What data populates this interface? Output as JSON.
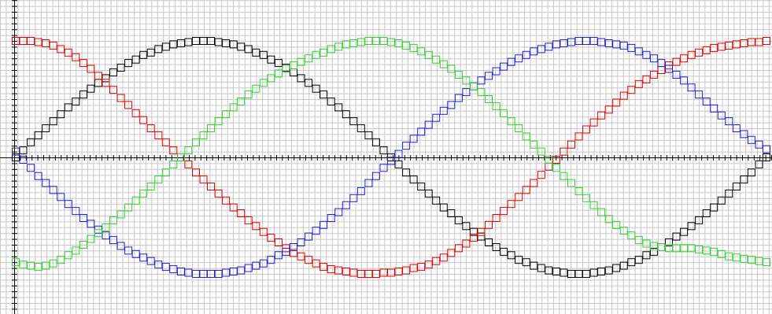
{
  "chart_data": {
    "type": "scatter",
    "title": "",
    "xlabel": "",
    "ylabel": "",
    "xlim": [
      0,
      1
    ],
    "ylim": [
      -1.1,
      1.1
    ],
    "grid": true,
    "legend": "none",
    "marker": "square",
    "colors": {
      "background": "#ffffff",
      "grid": "#c8c8c8",
      "axis": "#000000"
    },
    "series": [
      {
        "color": "#000000",
        "x": [
          0.0,
          0.01,
          0.02,
          0.03,
          0.04,
          0.05,
          0.06,
          0.07,
          0.08,
          0.09,
          0.1,
          0.11,
          0.12,
          0.13,
          0.14,
          0.15,
          0.16,
          0.17,
          0.18,
          0.19,
          0.2,
          0.21,
          0.22,
          0.23,
          0.24,
          0.25,
          0.26,
          0.27,
          0.28,
          0.29,
          0.3,
          0.31,
          0.32,
          0.33,
          0.34,
          0.35,
          0.36,
          0.37,
          0.38,
          0.39,
          0.4,
          0.41,
          0.42,
          0.43,
          0.44,
          0.45,
          0.46,
          0.47,
          0.48,
          0.49,
          0.5,
          0.51,
          0.52,
          0.53,
          0.54,
          0.55,
          0.56,
          0.57,
          0.58,
          0.59,
          0.6,
          0.61,
          0.62,
          0.63,
          0.64,
          0.65,
          0.66,
          0.67,
          0.68,
          0.69,
          0.7,
          0.71,
          0.72,
          0.73,
          0.74,
          0.75,
          0.76,
          0.77,
          0.78,
          0.79,
          0.8,
          0.81,
          0.82,
          0.83,
          0.84,
          0.85,
          0.86,
          0.87,
          0.88,
          0.89,
          0.9,
          0.91,
          0.92,
          0.93,
          0.94,
          0.95,
          0.96,
          0.97,
          0.98,
          0.99,
          1.0
        ],
        "y": [
          0.0,
          0.06,
          0.13,
          0.19,
          0.25,
          0.31,
          0.37,
          0.43,
          0.48,
          0.54,
          0.59,
          0.64,
          0.68,
          0.73,
          0.77,
          0.81,
          0.84,
          0.88,
          0.9,
          0.93,
          0.95,
          0.97,
          0.98,
          0.99,
          1.0,
          1.0,
          1.0,
          0.99,
          0.98,
          0.97,
          0.95,
          0.93,
          0.9,
          0.88,
          0.84,
          0.81,
          0.77,
          0.73,
          0.68,
          0.64,
          0.59,
          0.54,
          0.48,
          0.43,
          0.37,
          0.31,
          0.25,
          0.19,
          0.13,
          0.06,
          0.0,
          -0.06,
          -0.13,
          -0.19,
          -0.25,
          -0.31,
          -0.37,
          -0.43,
          -0.48,
          -0.54,
          -0.59,
          -0.64,
          -0.68,
          -0.73,
          -0.77,
          -0.81,
          -0.84,
          -0.88,
          -0.9,
          -0.93,
          -0.95,
          -0.97,
          -0.98,
          -0.99,
          -1.0,
          -1.0,
          -1.0,
          -0.99,
          -0.98,
          -0.97,
          -0.95,
          -0.93,
          -0.9,
          -0.88,
          -0.84,
          -0.81,
          -0.77,
          -0.73,
          -0.68,
          -0.64,
          -0.59,
          -0.54,
          -0.48,
          -0.43,
          -0.37,
          -0.31,
          -0.25,
          -0.19,
          -0.13,
          -0.06,
          0.0
        ]
      },
      {
        "color": "#e00000",
        "x": [
          0.0,
          0.01,
          0.02,
          0.03,
          0.04,
          0.05,
          0.06,
          0.07,
          0.08,
          0.09,
          0.1,
          0.11,
          0.12,
          0.13,
          0.14,
          0.15,
          0.16,
          0.17,
          0.18,
          0.19,
          0.2,
          0.21,
          0.22,
          0.23,
          0.24,
          0.25,
          0.26,
          0.27,
          0.28,
          0.29,
          0.3,
          0.31,
          0.32,
          0.33,
          0.34,
          0.35,
          0.36,
          0.37,
          0.38,
          0.39,
          0.4,
          0.41,
          0.42,
          0.43,
          0.44,
          0.45,
          0.46,
          0.47,
          0.48,
          0.49,
          0.5,
          0.51,
          0.52,
          0.53,
          0.54,
          0.55,
          0.56,
          0.57,
          0.58,
          0.59,
          0.6,
          0.61,
          0.62,
          0.63,
          0.64,
          0.65,
          0.66,
          0.67,
          0.68,
          0.69,
          0.7,
          0.71,
          0.72,
          0.73,
          0.74,
          0.75,
          0.76,
          0.77,
          0.78,
          0.79,
          0.8,
          0.81,
          0.82,
          0.83,
          0.84,
          0.85,
          0.86,
          0.87,
          0.88,
          0.89,
          0.9,
          0.91,
          0.92,
          0.93,
          0.94,
          0.95,
          0.96,
          0.97,
          0.98,
          0.99,
          1.0
        ],
        "y": [
          1.0,
          1.0,
          1.0,
          0.99,
          0.98,
          0.96,
          0.93,
          0.9,
          0.86,
          0.81,
          0.76,
          0.7,
          0.64,
          0.58,
          0.51,
          0.45,
          0.38,
          0.32,
          0.25,
          0.19,
          0.13,
          0.06,
          0.0,
          -0.06,
          -0.13,
          -0.19,
          -0.25,
          -0.31,
          -0.37,
          -0.43,
          -0.48,
          -0.54,
          -0.59,
          -0.64,
          -0.69,
          -0.73,
          -0.78,
          -0.82,
          -0.85,
          -0.88,
          -0.91,
          -0.94,
          -0.96,
          -0.97,
          -0.98,
          -0.99,
          -1.0,
          -1.0,
          -1.0,
          -0.99,
          -0.99,
          -0.98,
          -0.97,
          -0.95,
          -0.94,
          -0.92,
          -0.89,
          -0.86,
          -0.82,
          -0.78,
          -0.74,
          -0.69,
          -0.64,
          -0.58,
          -0.52,
          -0.46,
          -0.4,
          -0.34,
          -0.28,
          -0.22,
          -0.15,
          -0.08,
          -0.02,
          0.05,
          0.11,
          0.18,
          0.24,
          0.3,
          0.36,
          0.41,
          0.47,
          0.53,
          0.58,
          0.63,
          0.67,
          0.71,
          0.75,
          0.79,
          0.82,
          0.85,
          0.88,
          0.9,
          0.92,
          0.94,
          0.95,
          0.96,
          0.97,
          0.98,
          0.99,
          0.99,
          1.0
        ]
      },
      {
        "color": "#2020d0",
        "x": [
          0.0,
          0.01,
          0.02,
          0.03,
          0.04,
          0.05,
          0.06,
          0.07,
          0.08,
          0.09,
          0.1,
          0.11,
          0.12,
          0.13,
          0.14,
          0.15,
          0.16,
          0.17,
          0.18,
          0.19,
          0.2,
          0.21,
          0.22,
          0.23,
          0.24,
          0.25,
          0.26,
          0.27,
          0.28,
          0.29,
          0.3,
          0.31,
          0.32,
          0.33,
          0.34,
          0.35,
          0.36,
          0.37,
          0.38,
          0.39,
          0.4,
          0.41,
          0.42,
          0.43,
          0.44,
          0.45,
          0.46,
          0.47,
          0.48,
          0.49,
          0.5,
          0.51,
          0.52,
          0.53,
          0.54,
          0.55,
          0.56,
          0.57,
          0.58,
          0.59,
          0.6,
          0.61,
          0.62,
          0.63,
          0.64,
          0.65,
          0.66,
          0.67,
          0.68,
          0.69,
          0.7,
          0.71,
          0.72,
          0.73,
          0.74,
          0.75,
          0.76,
          0.77,
          0.78,
          0.79,
          0.8,
          0.81,
          0.82,
          0.83,
          0.84,
          0.85,
          0.86,
          0.87,
          0.88,
          0.89,
          0.9,
          0.91,
          0.92,
          0.93,
          0.94,
          0.95,
          0.96,
          0.97,
          0.98,
          0.99,
          1.0
        ],
        "y": [
          0.05,
          -0.02,
          -0.09,
          -0.16,
          -0.22,
          -0.28,
          -0.34,
          -0.4,
          -0.46,
          -0.52,
          -0.57,
          -0.62,
          -0.67,
          -0.71,
          -0.76,
          -0.8,
          -0.83,
          -0.86,
          -0.89,
          -0.92,
          -0.94,
          -0.96,
          -0.98,
          -0.99,
          -1.0,
          -1.0,
          -1.0,
          -1.0,
          -0.99,
          -0.98,
          -0.97,
          -0.95,
          -0.93,
          -0.91,
          -0.88,
          -0.84,
          -0.81,
          -0.77,
          -0.73,
          -0.68,
          -0.63,
          -0.58,
          -0.52,
          -0.47,
          -0.41,
          -0.35,
          -0.29,
          -0.22,
          -0.16,
          -0.09,
          -0.03,
          0.03,
          0.1,
          0.16,
          0.22,
          0.28,
          0.34,
          0.4,
          0.45,
          0.51,
          0.56,
          0.61,
          0.66,
          0.7,
          0.74,
          0.78,
          0.82,
          0.85,
          0.88,
          0.91,
          0.93,
          0.95,
          0.97,
          0.98,
          0.99,
          1.0,
          1.0,
          1.0,
          0.99,
          0.98,
          0.97,
          0.96,
          0.94,
          0.91,
          0.88,
          0.85,
          0.81,
          0.76,
          0.71,
          0.66,
          0.6,
          0.54,
          0.48,
          0.42,
          0.36,
          0.31,
          0.25,
          0.2,
          0.15,
          0.11,
          0.07
        ]
      },
      {
        "color": "#30d030",
        "x": [
          0.0,
          0.01,
          0.02,
          0.03,
          0.04,
          0.05,
          0.06,
          0.07,
          0.08,
          0.09,
          0.1,
          0.11,
          0.12,
          0.13,
          0.14,
          0.15,
          0.16,
          0.17,
          0.18,
          0.19,
          0.2,
          0.21,
          0.22,
          0.23,
          0.24,
          0.25,
          0.26,
          0.27,
          0.28,
          0.29,
          0.3,
          0.31,
          0.32,
          0.33,
          0.34,
          0.35,
          0.36,
          0.37,
          0.38,
          0.39,
          0.4,
          0.41,
          0.42,
          0.43,
          0.44,
          0.45,
          0.46,
          0.47,
          0.48,
          0.49,
          0.5,
          0.51,
          0.52,
          0.53,
          0.54,
          0.55,
          0.56,
          0.57,
          0.58,
          0.59,
          0.6,
          0.61,
          0.62,
          0.63,
          0.64,
          0.65,
          0.66,
          0.67,
          0.68,
          0.69,
          0.7,
          0.71,
          0.72,
          0.73,
          0.74,
          0.75,
          0.76,
          0.77,
          0.78,
          0.79,
          0.8,
          0.81,
          0.82,
          0.83,
          0.84,
          0.85,
          0.86,
          0.87,
          0.88,
          0.89,
          0.9,
          0.91,
          0.92,
          0.93,
          0.94,
          0.95,
          0.96,
          0.97,
          0.98,
          0.99,
          1.0
        ],
        "y": [
          -0.9,
          -0.92,
          -0.93,
          -0.94,
          -0.93,
          -0.91,
          -0.88,
          -0.84,
          -0.8,
          -0.75,
          -0.7,
          -0.65,
          -0.6,
          -0.54,
          -0.49,
          -0.43,
          -0.37,
          -0.31,
          -0.25,
          -0.19,
          -0.13,
          -0.06,
          0.0,
          0.06,
          0.13,
          0.19,
          0.25,
          0.31,
          0.37,
          0.43,
          0.48,
          0.54,
          0.59,
          0.64,
          0.68,
          0.72,
          0.76,
          0.79,
          0.82,
          0.85,
          0.88,
          0.9,
          0.93,
          0.95,
          0.97,
          0.98,
          0.99,
          1.0,
          1.0,
          1.0,
          0.99,
          0.98,
          0.96,
          0.94,
          0.91,
          0.88,
          0.84,
          0.8,
          0.76,
          0.71,
          0.66,
          0.61,
          0.56,
          0.5,
          0.44,
          0.38,
          0.31,
          0.25,
          0.18,
          0.11,
          0.05,
          -0.02,
          -0.09,
          -0.16,
          -0.22,
          -0.29,
          -0.35,
          -0.41,
          -0.47,
          -0.53,
          -0.58,
          -0.63,
          -0.67,
          -0.71,
          -0.74,
          -0.76,
          -0.77,
          -0.78,
          -0.78,
          -0.78,
          -0.78,
          -0.79,
          -0.8,
          -0.81,
          -0.83,
          -0.85,
          -0.86,
          -0.87,
          -0.88,
          -0.89,
          -0.9
        ]
      }
    ]
  }
}
